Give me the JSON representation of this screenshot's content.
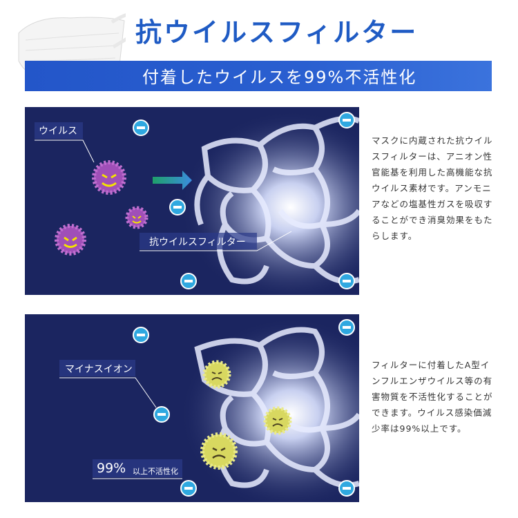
{
  "header": {
    "title": "抗ウイルスフィルター",
    "subtitle": "付着したウイルスを99%不活性化"
  },
  "panel1": {
    "virus_label": "ウイルス",
    "filter_label": "抗ウイルスフィルター"
  },
  "panel2": {
    "ion_label": "マイナスイオン",
    "stat_value": "99%",
    "stat_suffix": "以上不活性化"
  },
  "descriptions": {
    "desc1": "マスクに内蔵された抗ウイルスフィルターは、アニオン性官能基を利用した高機能な抗ウイルス素材です。アンモニアなどの塩基性ガスを吸収することができ消臭効果をもたらします。",
    "desc2": "フィルターに付着したA型インフルエンザウイルス等の有害物質を不活性化することができます。ウイルス感染価減少率は99%以上です。"
  },
  "colors": {
    "title_blue": "#1f5bc4",
    "banner_blue": "#2356c9",
    "panel_navy": "#1b2560",
    "virus_purple": "#a04fb8",
    "neutralized_yellow": "#d8d860",
    "ion_cyan": "#2fa8e0"
  },
  "icons": {
    "mask": "face-mask-icon",
    "ion": "minus-ion-icon",
    "arrow": "arrow-right-icon"
  }
}
